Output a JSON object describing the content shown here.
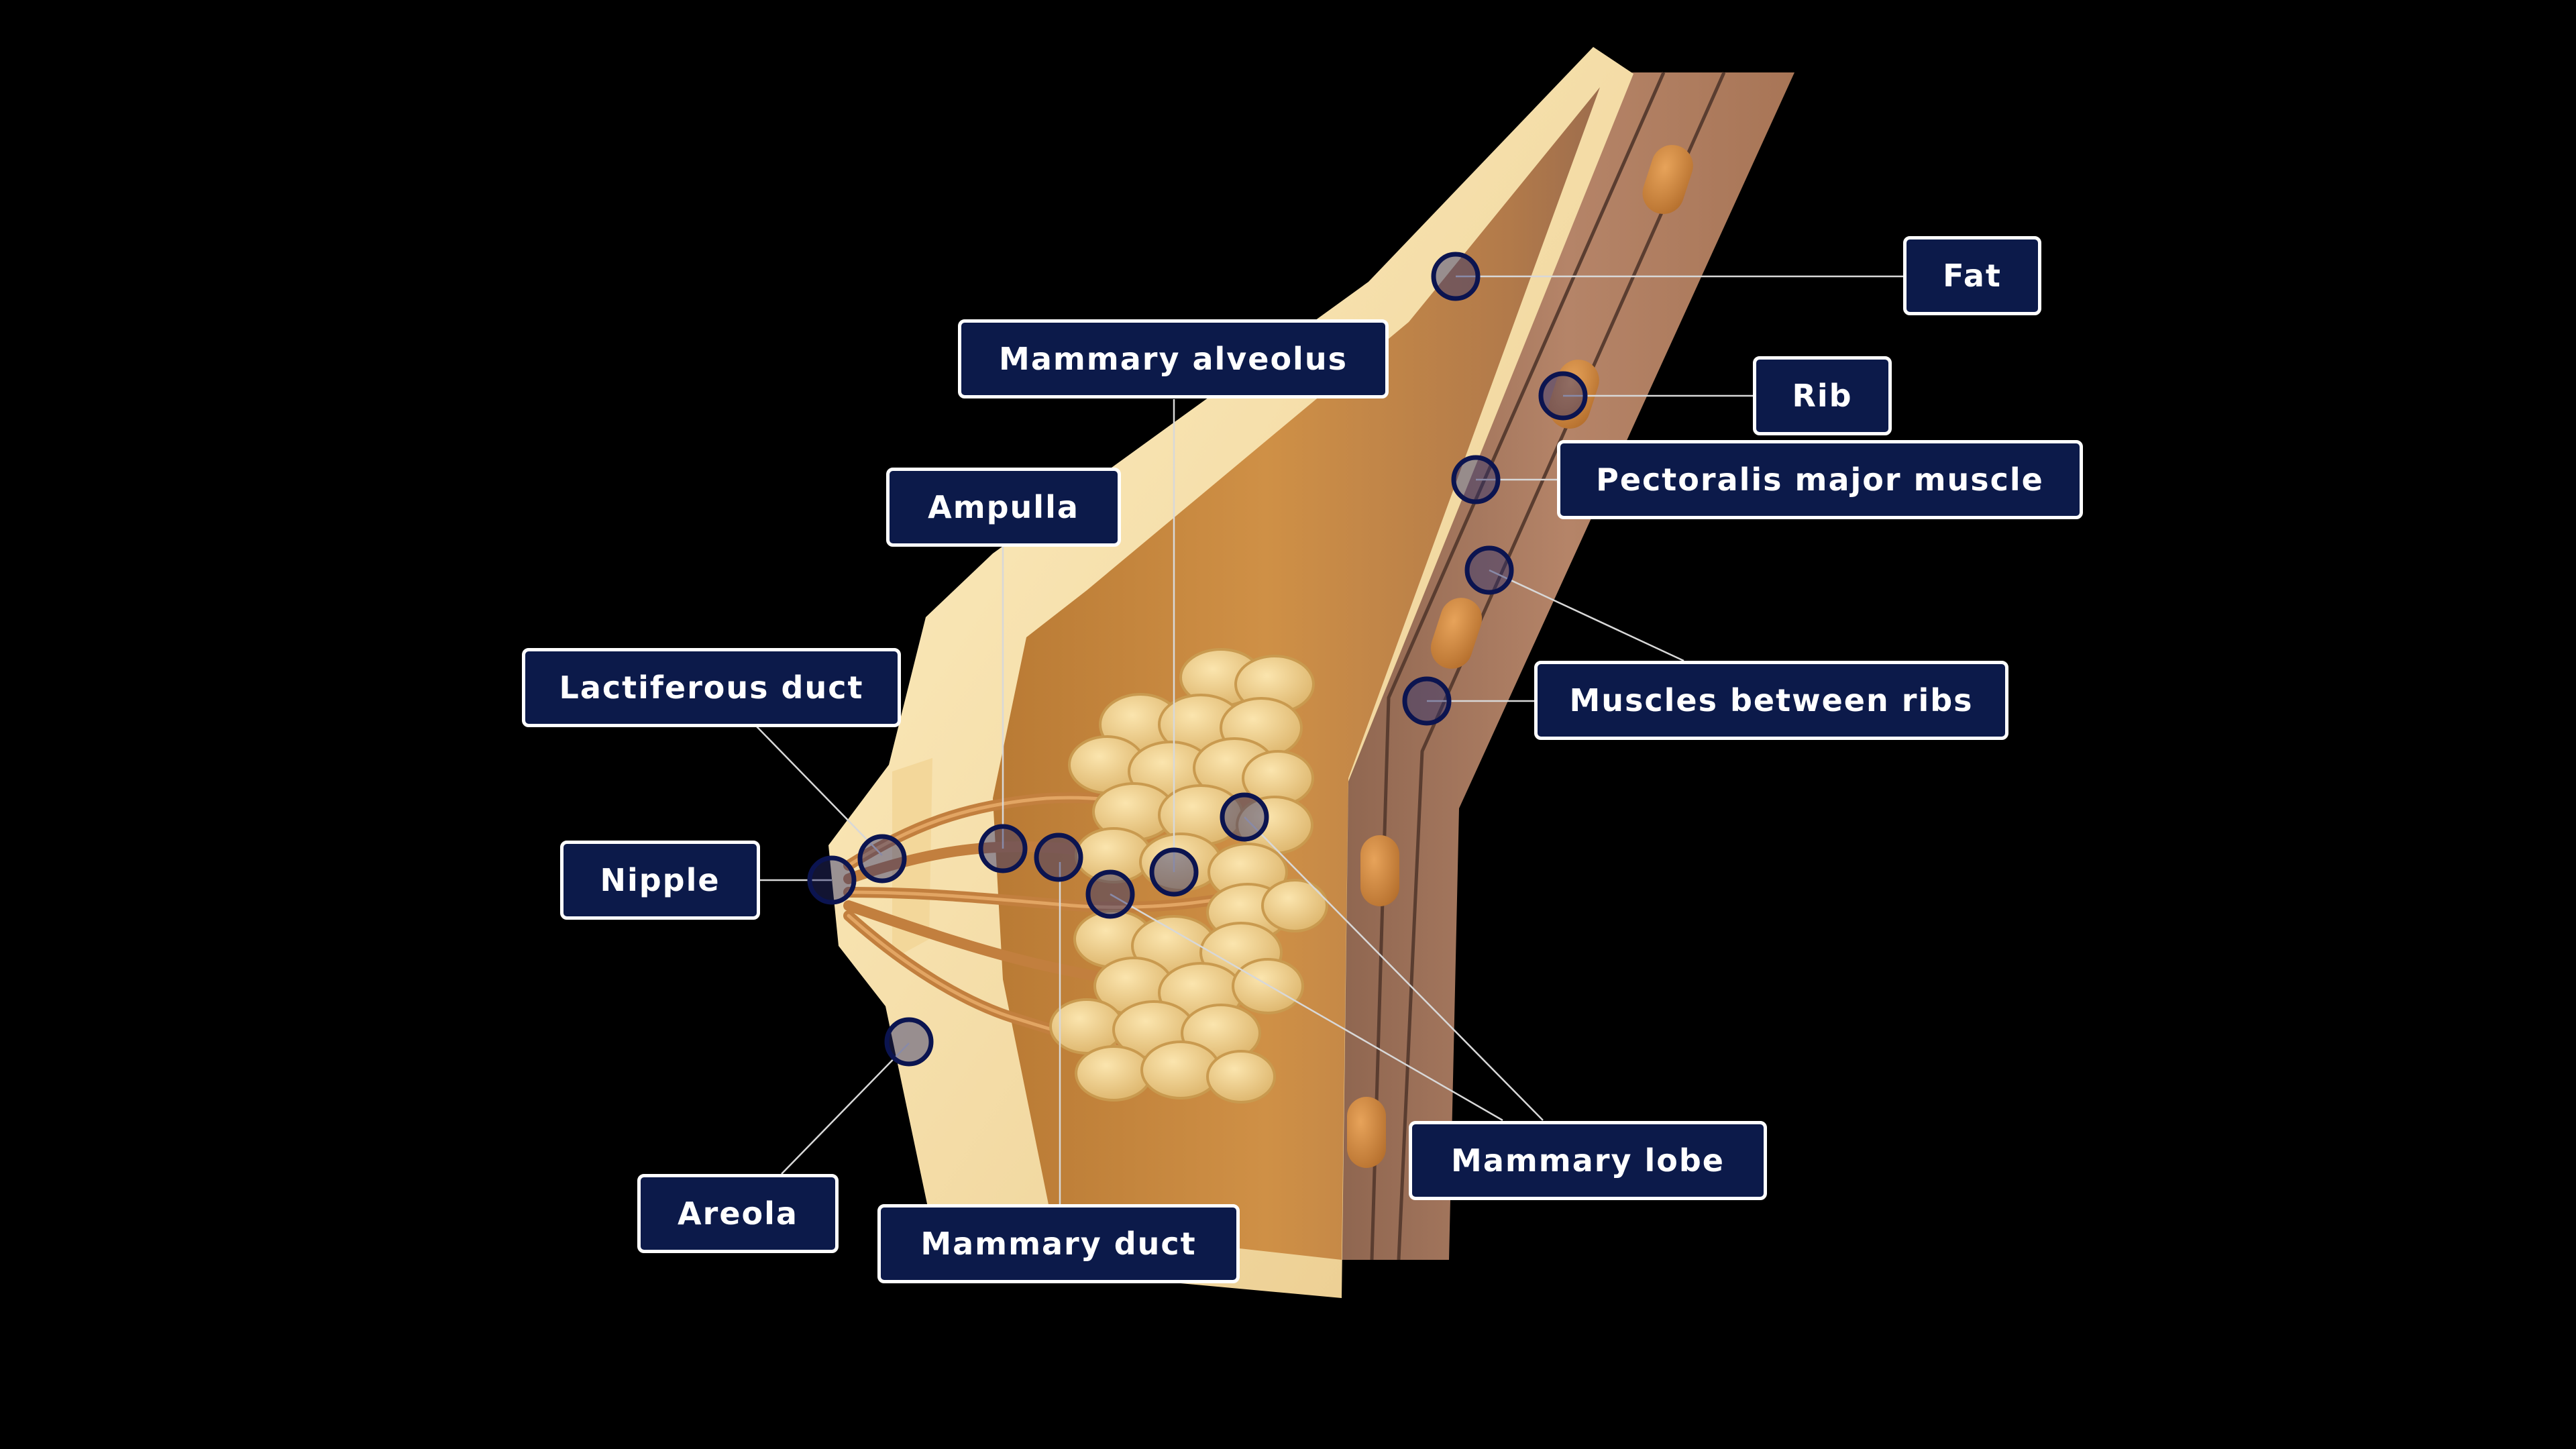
{
  "diagram": {
    "labels": {
      "fat": "Fat",
      "mammary_alveolus": "Mammary alveolus",
      "rib": "Rib",
      "pectoralis_major_muscle": "Pectoralis major muscle",
      "ampulla": "Ampulla",
      "muscles_between_ribs": "Muscles between ribs",
      "lactiferous_duct": "Lactiferous duct",
      "nipple": "Nipple",
      "areola": "Areola",
      "mammary_duct": "Mammary duct",
      "mammary_lobe": "Mammary lobe"
    },
    "colors": {
      "background": "#000000",
      "label_fill": "#0c1a4a",
      "label_border": "#ffffff",
      "skin": "#f6dfa4",
      "fat_tissue": "#c98a3c",
      "muscle": "#a9785c",
      "lobe": "#f0cf86",
      "hotspot_ring": "#0b1450"
    }
  }
}
